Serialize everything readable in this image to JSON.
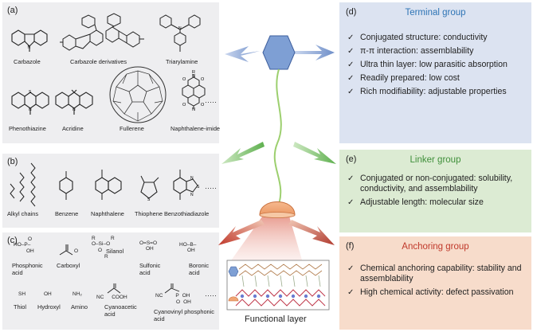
{
  "panels": {
    "a": {
      "letter": "(a)",
      "molecules": [
        "Carbazole",
        "Carbazole derivatives",
        "Triarylamine",
        "Phenothiazine",
        "Acridine",
        "Fullerene",
        "Naphthalene-imide"
      ],
      "ellipsis": "·····"
    },
    "b": {
      "letter": "(b)",
      "molecules": [
        "Alkyl chains",
        "Benzene",
        "Naphthalene",
        "Thiophene",
        "Benzothiadiazole"
      ],
      "ellipsis": "·····"
    },
    "c": {
      "letter": "(c)",
      "molecules": [
        "Phosphonic acid",
        "Carboxyl",
        "Silanol",
        "Sulfonic acid",
        "Boronic acid",
        "Thiol",
        "Hydroxyl",
        "Amino",
        "Cyanoacetic acid",
        "Cyanovinyl phosphonic acid"
      ],
      "ellipsis": "·····"
    },
    "d": {
      "letter": "(d)",
      "title": "Terminal group",
      "items": [
        "Conjugated structure: conductivity",
        "π-π interaction: assemblability",
        "Ultra thin layer: low parasitic absorption",
        "Readily prepared: low cost",
        "Rich modifiability: adjustable properties"
      ]
    },
    "e": {
      "letter": "(e)",
      "title": "Linker group",
      "items": [
        "Conjugated or non-conjugated: solubility, conductivity, and assemblability",
        "Adjustable length: molecular size"
      ]
    },
    "f": {
      "letter": "(f)",
      "title": "Anchoring group",
      "items": [
        "Chemical anchoring capability: stability and assemblability",
        "High chemical activity: defect passivation"
      ]
    }
  },
  "center": {
    "caption": "Functional layer"
  },
  "structure_text": {
    "phosphonic": [
      "O",
      "HO–P–",
      "OH"
    ],
    "silanol": [
      "R",
      "O–Si–O",
      "R",
      "O",
      "R"
    ],
    "sulfonic": [
      "O=S=O",
      "OH"
    ],
    "boronic": [
      "HO–B–",
      "OH"
    ],
    "carboxyl": [
      "O"
    ],
    "thiol": "SH",
    "hydroxyl": "OH",
    "amino": "NH₂",
    "cyanoacetic": [
      "NC",
      "COOH"
    ],
    "cyanovinyl": [
      "NC",
      "P",
      "OH",
      "O",
      "OH"
    ],
    "naphthalimide": [
      "R",
      "O",
      "N",
      "O",
      "O",
      "N",
      "O"
    ],
    "heteroatoms": {
      "n": "N",
      "s": "S"
    }
  },
  "colors": {
    "terminal_bg": "#dce3f1",
    "terminal_title": "#2e74b5",
    "linker_bg": "#dcebd3",
    "linker_title": "#3f8f3a",
    "anchoring_bg": "#f7dccb",
    "anchoring_title": "#c0392b",
    "left_bg": "#eeeef0",
    "hexagon": "#7e9fd4",
    "dome": "#f0a574",
    "chain": "#9ccf6e"
  },
  "icons": {
    "check": "✓"
  }
}
